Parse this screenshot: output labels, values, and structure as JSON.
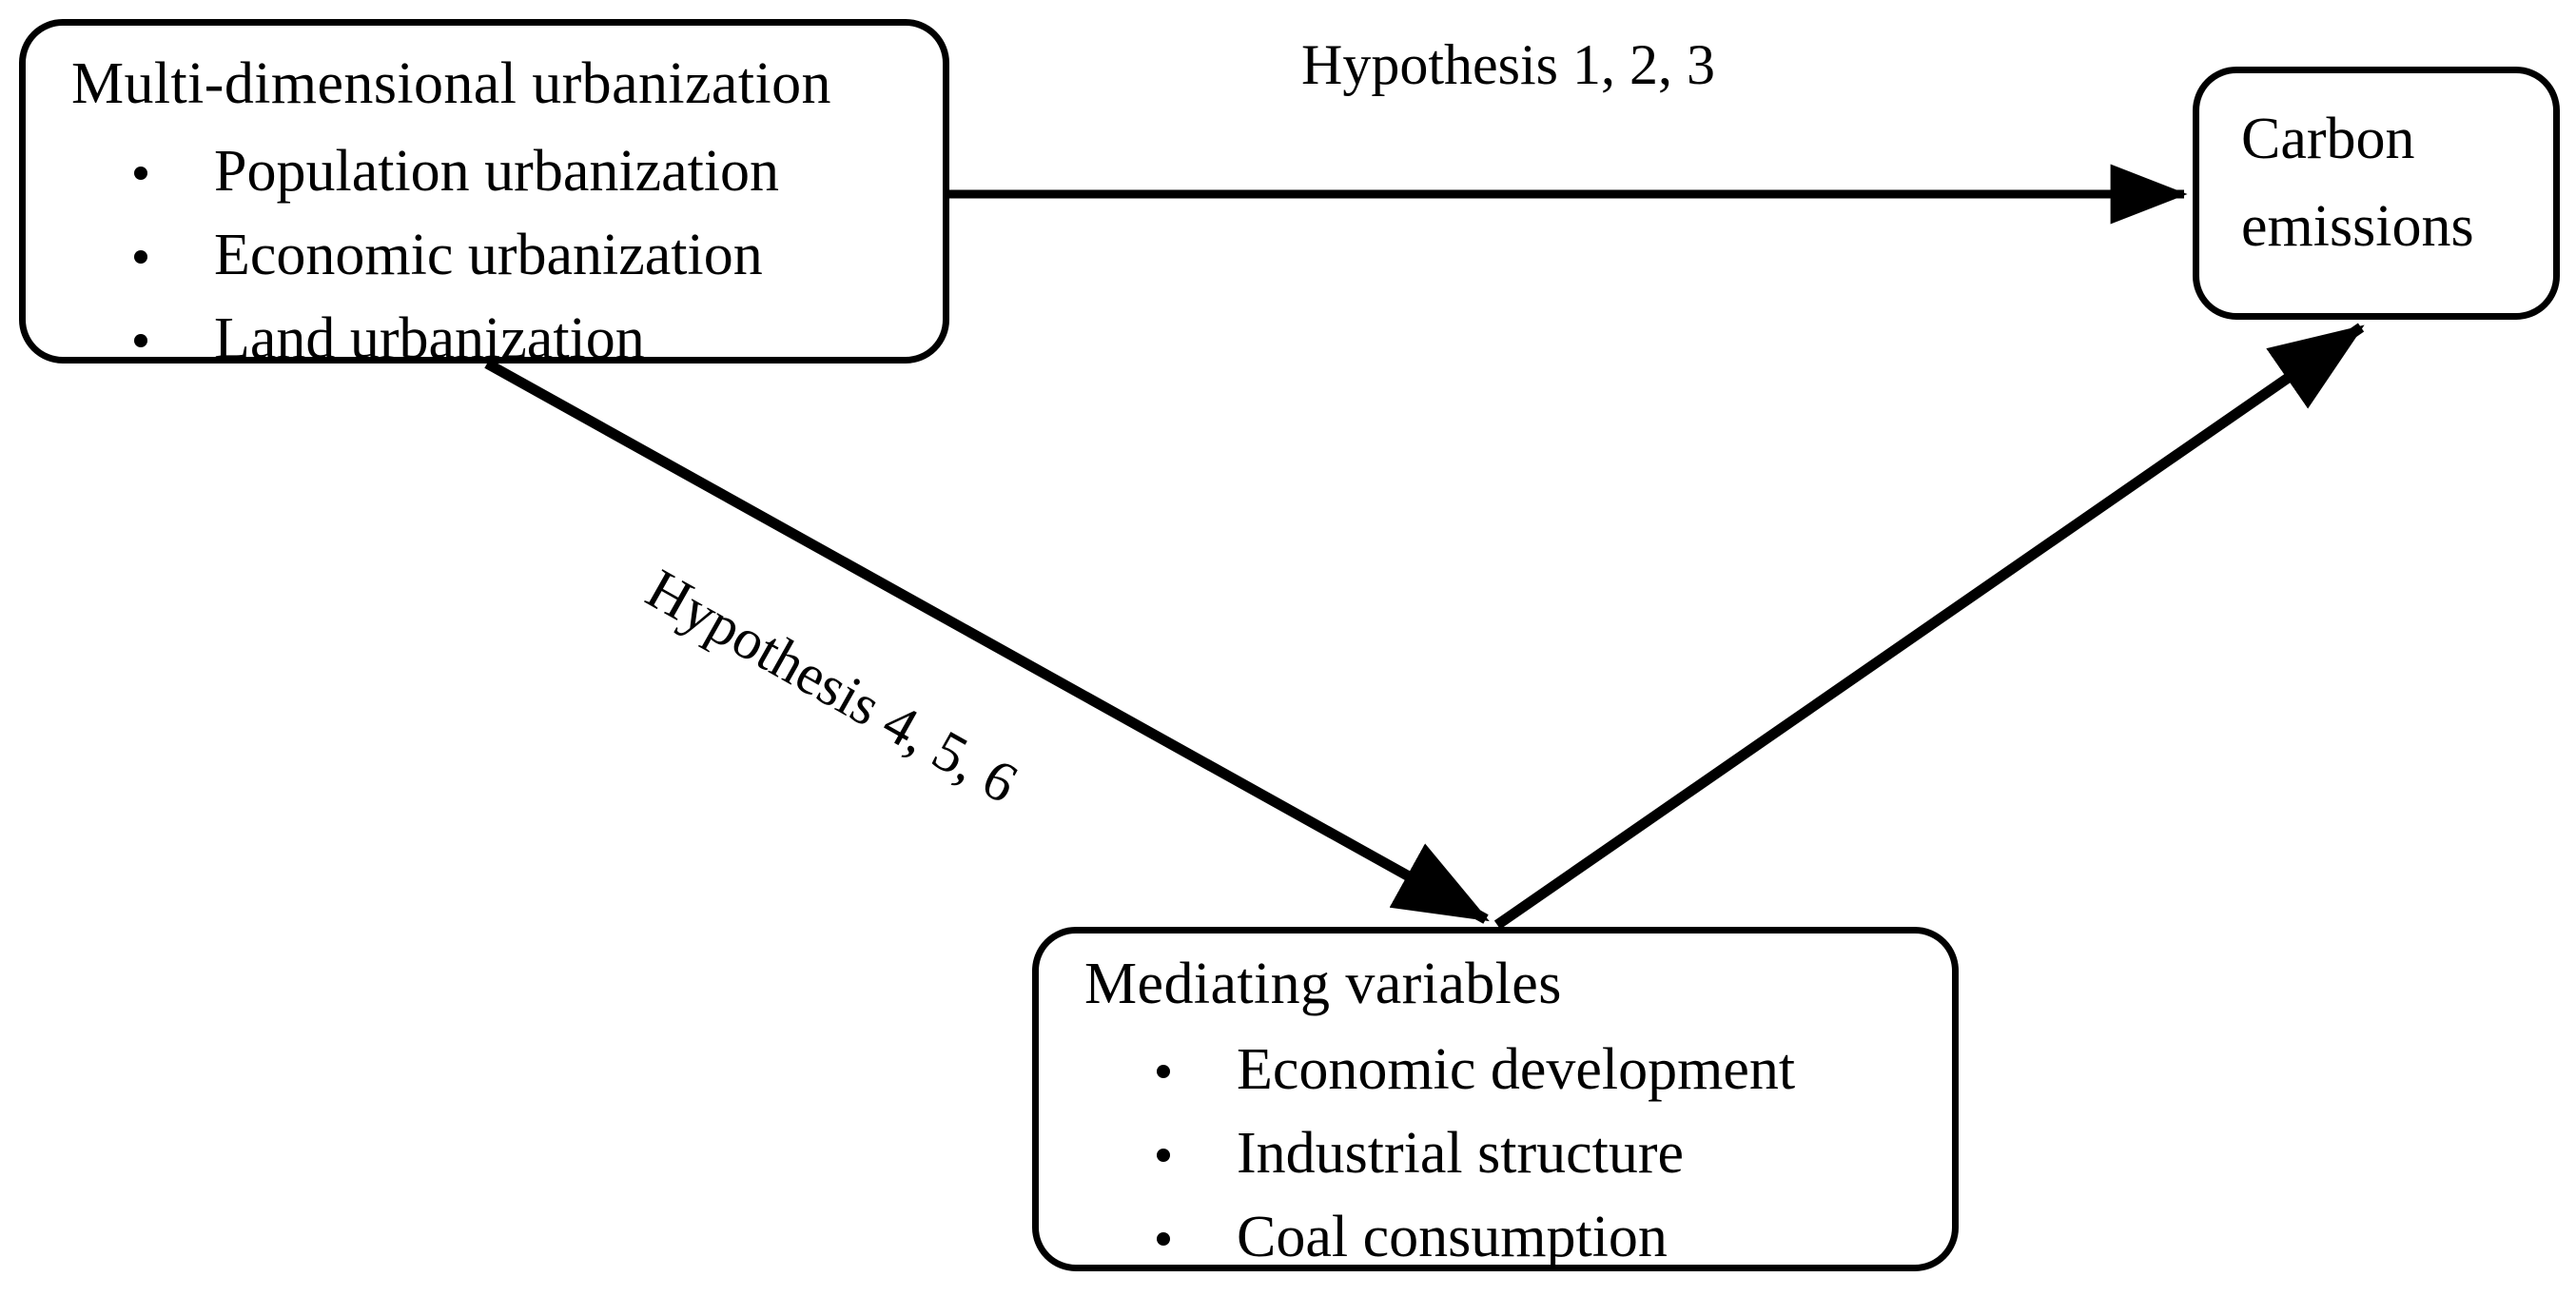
{
  "diagram": {
    "title": "Research hypothesis framework",
    "background_color": "#ffffff",
    "line_color": "#000000",
    "nodes": {
      "urbanization": {
        "title": "Multi-dimensional urbanization",
        "items": [
          "Population urbanization",
          "Economic urbanization",
          "Land urbanization"
        ]
      },
      "carbon": {
        "lines": [
          "Carbon",
          "emissions"
        ]
      },
      "mediating": {
        "title": "Mediating variables",
        "items": [
          "Economic development",
          "Industrial structure",
          "Coal consumption"
        ]
      }
    },
    "edges": {
      "direct": {
        "label": "Hypothesis 1, 2, 3",
        "from": "urbanization",
        "to": "carbon"
      },
      "mediated_in": {
        "label": "Hypothesis 4, 5, 6",
        "from": "urbanization",
        "to": "mediating"
      },
      "mediated_out": {
        "label": "",
        "from": "mediating",
        "to": "carbon"
      }
    }
  }
}
